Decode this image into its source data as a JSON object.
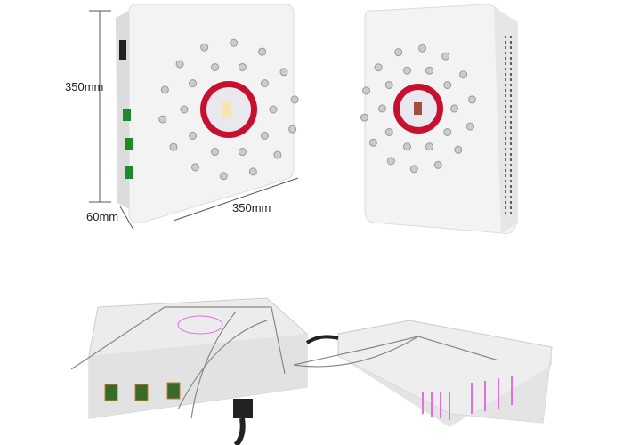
{
  "dimensions": {
    "height_label": "350mm",
    "depth_label": "60mm",
    "width_label": "350mm"
  },
  "colors": {
    "panel": "#f2f2f2",
    "ring": "#c8102e",
    "switch": "#1a8a2a",
    "glow": "#e070e0"
  }
}
